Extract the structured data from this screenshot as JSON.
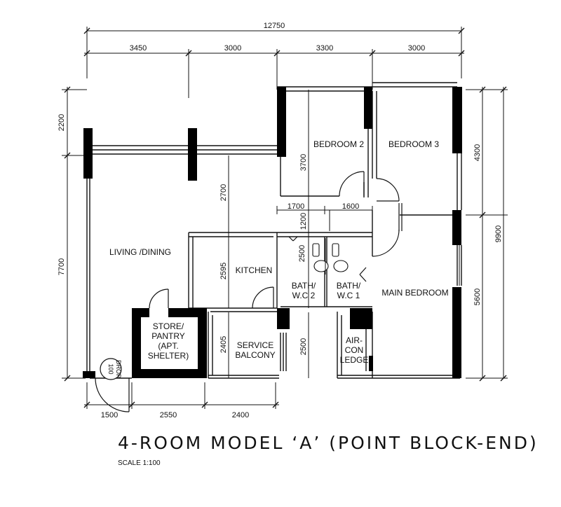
{
  "dimensions": {
    "top_total": "12750",
    "top_segments": [
      "3450",
      "3000",
      "3300",
      "3000"
    ],
    "left_top": "2200",
    "left_bottom": "7700",
    "right_total": "9900",
    "right_top": "4300",
    "right_bottom": "5600",
    "bottom_segments": [
      "1500",
      "2550",
      "2400"
    ],
    "inner": {
      "d2700": "2700",
      "d3700": "3700",
      "d1200": "1200",
      "d1700": "1700",
      "d1600": "1600",
      "d2500_bath": "2500",
      "d2595": "2595",
      "d2405": "2405",
      "d2500_lower": "2500"
    }
  },
  "rooms": {
    "bedroom2": "BEDROOM 2",
    "bedroom3": "BEDROOM 3",
    "living": "LIVING /DINING",
    "kitchen": "KITCHEN",
    "bath2": [
      "BATH/",
      "W.C 2"
    ],
    "bath1": [
      "BATH/",
      "W.C 1"
    ],
    "main_bedroom": "MAIN BEDROOM",
    "store": [
      "STORE/",
      "PANTRY",
      "(APT.",
      "SHELTER)"
    ],
    "service_balcony": [
      "SERVICE",
      "BALCONY"
    ],
    "aircon": [
      "AIR-",
      "CON",
      "LEDGE"
    ],
    "drop": [
      "100",
      "DROP"
    ]
  },
  "title": "4-ROOM MODEL ‘A’ (POINT BLOCK-END)",
  "scale": "SCALE   1:100"
}
